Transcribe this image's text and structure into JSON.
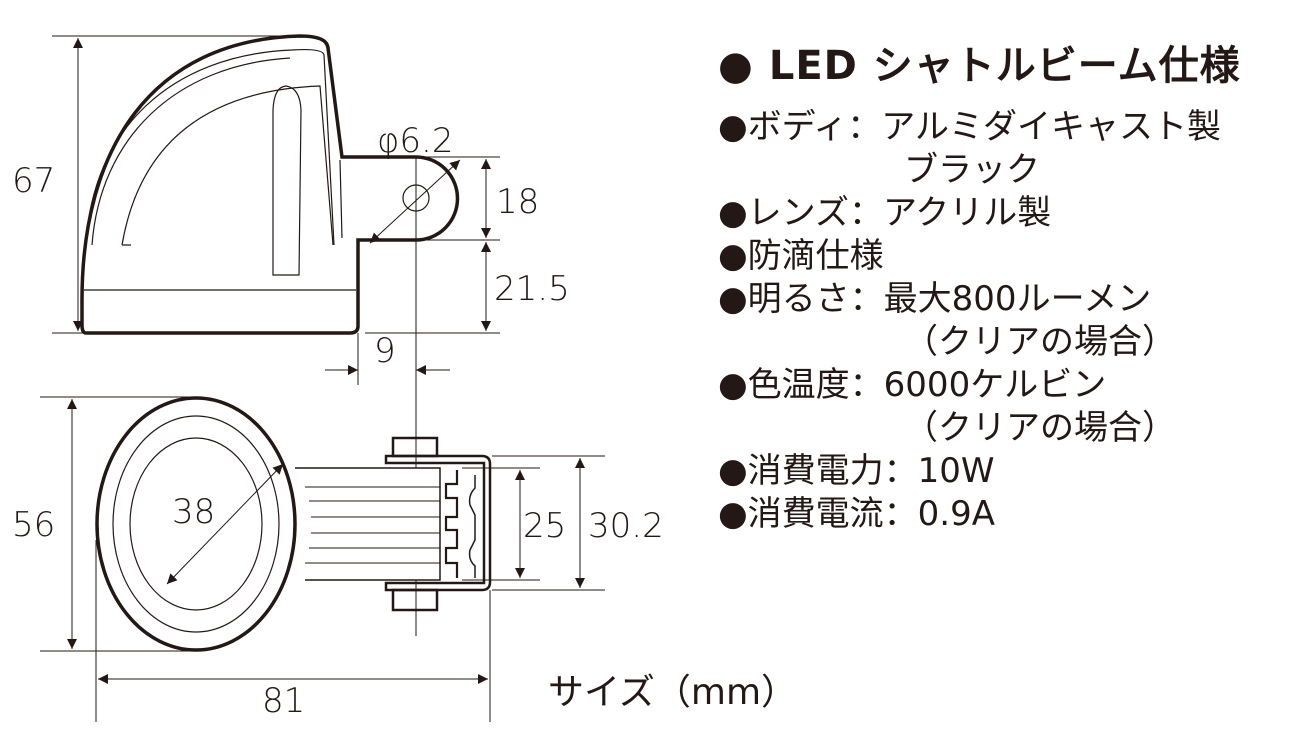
{
  "title": "● LED シャトルビーム仕様",
  "specs": [
    {
      "label": "●ボディ：",
      "value": "アルミダイキャスト製",
      "cont": "ブラック"
    },
    {
      "label": "●レンズ：",
      "value": "アクリル製"
    },
    {
      "label": "●防滴仕様",
      "value": ""
    },
    {
      "label": "●明るさ：",
      "value": "最大800ルーメン",
      "cont": "（クリアの場合）"
    },
    {
      "label": "●色温度：",
      "value": "6000ケルビン",
      "cont": "（クリアの場合）"
    },
    {
      "label": "●消費電力：",
      "value": "10W"
    },
    {
      "label": "●消費電流：",
      "value": "0.9A"
    }
  ],
  "size_label": "サイズ（mm）",
  "dimensions": {
    "height": "67",
    "hole": "φ6.2",
    "tab": "18",
    "lower": "21.5",
    "offset": "9",
    "depth": "56",
    "lens": "38",
    "inner_bracket": "25",
    "outer_bracket": "30.2",
    "width": "81"
  }
}
